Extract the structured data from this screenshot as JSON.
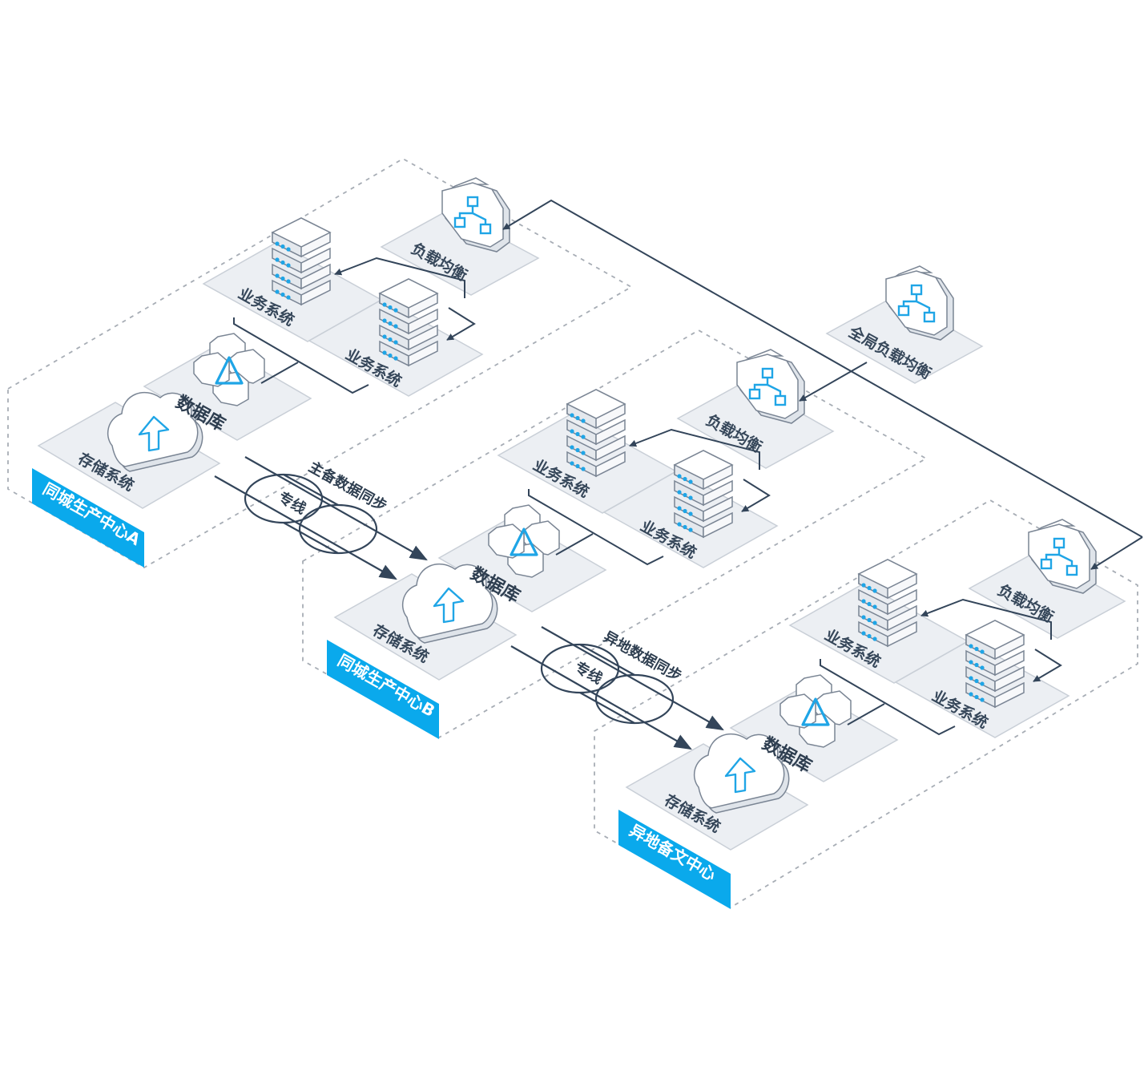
{
  "zones": {
    "a": {
      "name": "同城生产中心A"
    },
    "b": {
      "name": "同城生产中心B"
    },
    "c": {
      "name": "异地备文中心"
    }
  },
  "components": {
    "load_balancer": "负载均衡",
    "business_system": "业务系统",
    "database": "数据库",
    "storage": "存储系统",
    "global_lb": "全局负载均衡"
  },
  "links": {
    "sync_ab": "主备数据同步",
    "sync_bc": "异地数据同步",
    "dedicated_line": "专线"
  },
  "colors": {
    "accent": "#1fa5e6",
    "zone_badge": "#0aa9ec",
    "line": "#33455a",
    "tile": "#eceff3",
    "icon_face": "#ffffff",
    "icon_stroke": "#7a8594"
  }
}
